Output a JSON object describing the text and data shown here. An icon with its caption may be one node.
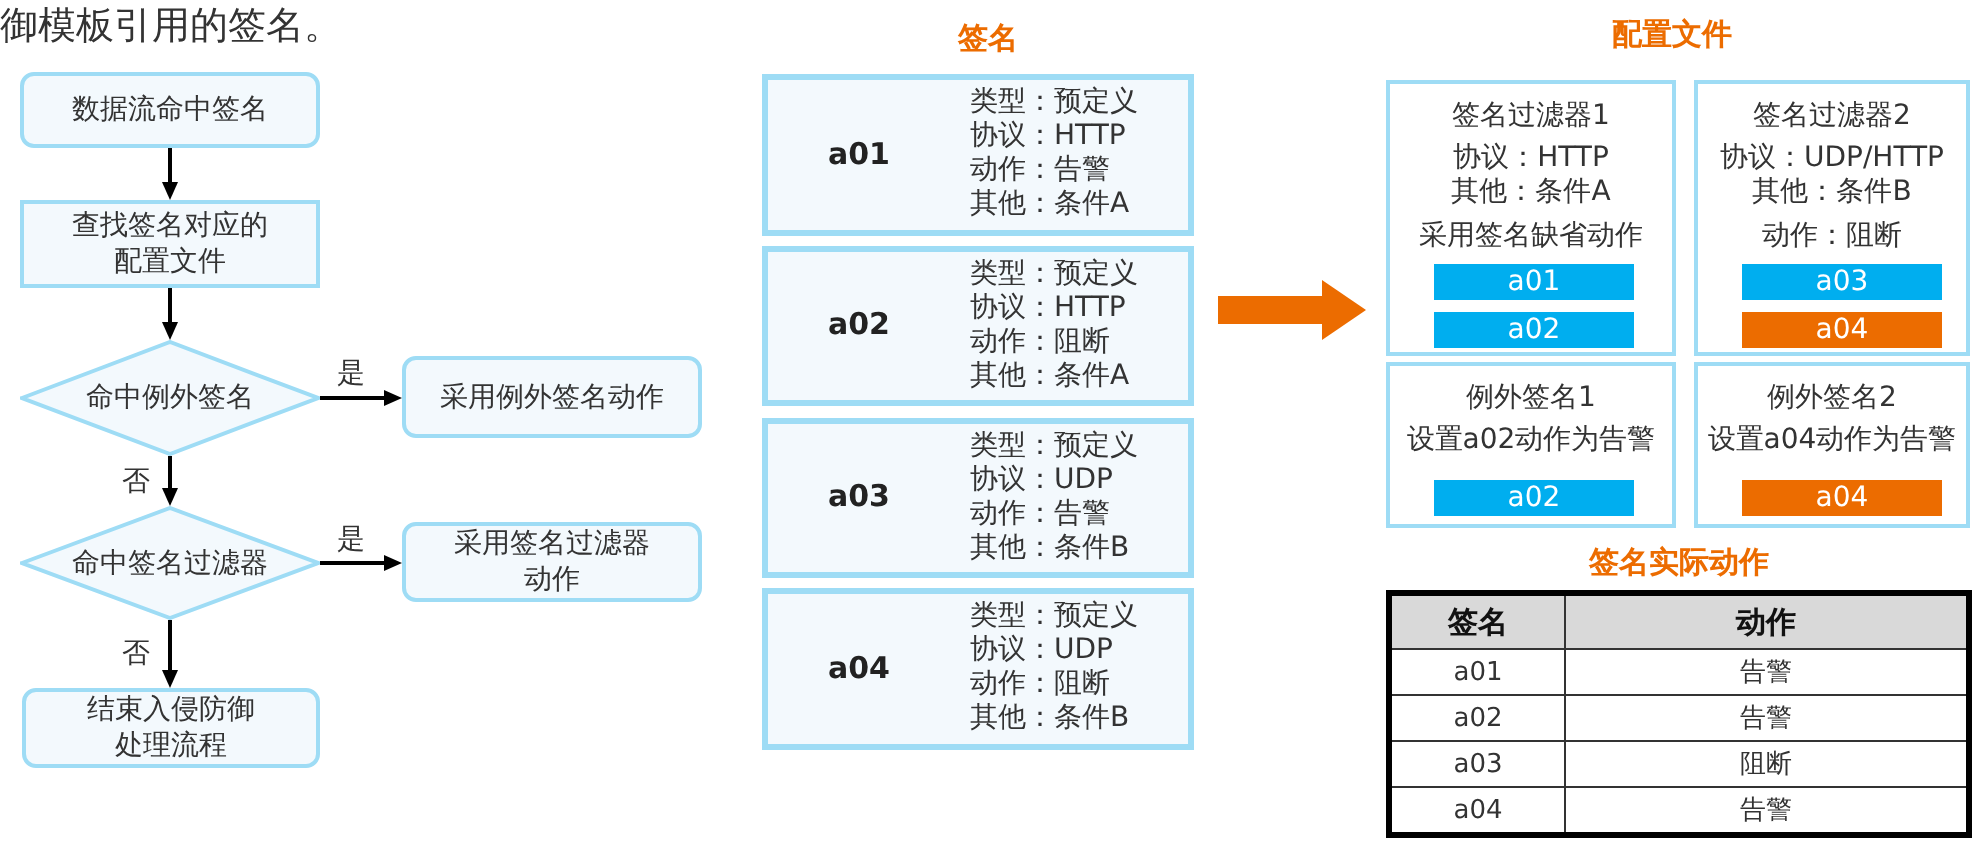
{
  "diagram": {
    "nodes": [
      {
        "text": [
          "数据流命中签名"
        ]
      },
      {
        "text": [
          "查找签名对应的配置文件"
        ]
      },
      {
        "text": [
          "命中例外签名"
        ]
      },
      {
        "text": [
          "采用例外签名动作"
        ]
      },
      {
        "text": [
          "命中签名过滤器"
        ]
      },
      {
        "text": [
          "采用签名过滤器动作"
        ]
      },
      {
        "text": [
          "结束入侵防御处理流程"
        ]
      },
      {
        "text": [
          "签名"
        ]
      },
      {
        "text": [
          "a01",
          "类型：预定义",
          "协议：HTTP",
          "动作：告警",
          "其他：条件A"
        ],
        "in": 7
      },
      {
        "text": [
          "a02",
          "类型：预定义",
          "协议：HTTP",
          "动作：阻断",
          "其他：条件A"
        ],
        "in": 7
      },
      {
        "text": [
          "a03",
          "类型：预定义",
          "协议：UDP",
          "动作：告警",
          "其他：条件B"
        ],
        "in": 7
      },
      {
        "text": [
          "a04",
          "类型：预定义",
          "协议：UDP",
          "动作：阻断",
          "其他：条件B"
        ],
        "in": 7
      },
      {
        "text": [
          "配置文件"
        ]
      },
      {
        "text": [
          "签名过滤器1",
          "协议：HTTP",
          "其他：条件A",
          "采用签名缺省动作"
        ],
        "in": 12
      },
      {
        "text": [
          "a01"
        ],
        "in": 13
      },
      {
        "text": [
          "a02"
        ],
        "in": 13
      },
      {
        "text": [
          "签名过滤器2",
          "协议：UDP/HTTP",
          "其他：条件B",
          "动作：阻断"
        ],
        "in": 12
      },
      {
        "text": [
          "a03"
        ],
        "in": 16
      },
      {
        "text": [
          "a04"
        ],
        "in": 16
      },
      {
        "text": [
          "例外签名1",
          "设置a02动作为告警"
        ],
        "in": 12
      },
      {
        "text": [
          "a02"
        ],
        "in": 19
      },
      {
        "text": [
          "例外签名2",
          "设置a04动作为告警"
        ],
        "in": 12
      },
      {
        "text": [
          "a04"
        ],
        "in": 21
      }
    ],
    "edges": [
      {
        "from": 0,
        "to": 1,
        "arrow": "to"
      },
      {
        "from": 1,
        "to": 2,
        "arrow": "to"
      },
      {
        "from": 2,
        "to": 3,
        "arrow": "to",
        "label": "是"
      },
      {
        "from": 2,
        "to": 4,
        "arrow": "to",
        "label": "否"
      },
      {
        "from": 4,
        "to": 5,
        "arrow": "to",
        "label": "是"
      },
      {
        "from": 4,
        "to": 6,
        "arrow": "to",
        "label": "否"
      },
      {
        "from": 7,
        "to": 12,
        "arrow": "to",
        "style": "thick",
        "color": "#ec6c00"
      }
    ],
    "labels": [
      "御模板引用的签名。",
      "签名实际动作",
      "签名",
      "动作",
      "a01",
      "告警",
      "a02",
      "告警",
      "a03",
      "阻断",
      "a04",
      "告警"
    ]
  }
}
